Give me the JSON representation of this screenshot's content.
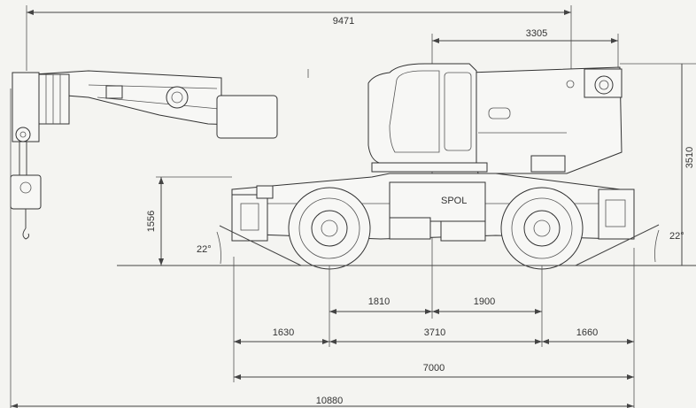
{
  "drawing": {
    "dimensions": {
      "overall_top": "9471",
      "cab_to_rear": "3305",
      "height_right": "3510",
      "left_height": "1556",
      "angle_left": "22°",
      "angle_right": "22°",
      "front_axle_to_center": "1810",
      "center_to_rear_axle": "1900",
      "front_overhang": "1630",
      "wheelbase": "3710",
      "rear_overhang": "1660",
      "chassis_length": "7000",
      "total_length": "10880"
    },
    "markings": {
      "decal": "SPOL"
    }
  }
}
